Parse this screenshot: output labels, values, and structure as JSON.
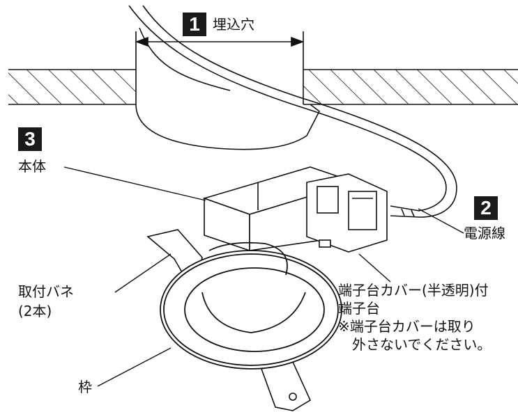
{
  "callouts": [
    {
      "number": "1",
      "label": "埋込穴"
    },
    {
      "number": "2",
      "label": "電源線"
    },
    {
      "number": "3",
      "label": "本体"
    }
  ],
  "labels": {
    "spring": "取付バネ",
    "spring_count": "(2本)",
    "frame": "枠",
    "terminal_cover": "端子台カバー(半透明)付",
    "terminal_block": "端子台",
    "note_line1": "※端子台カバーは取り",
    "note_line2": "外さないでください。"
  }
}
